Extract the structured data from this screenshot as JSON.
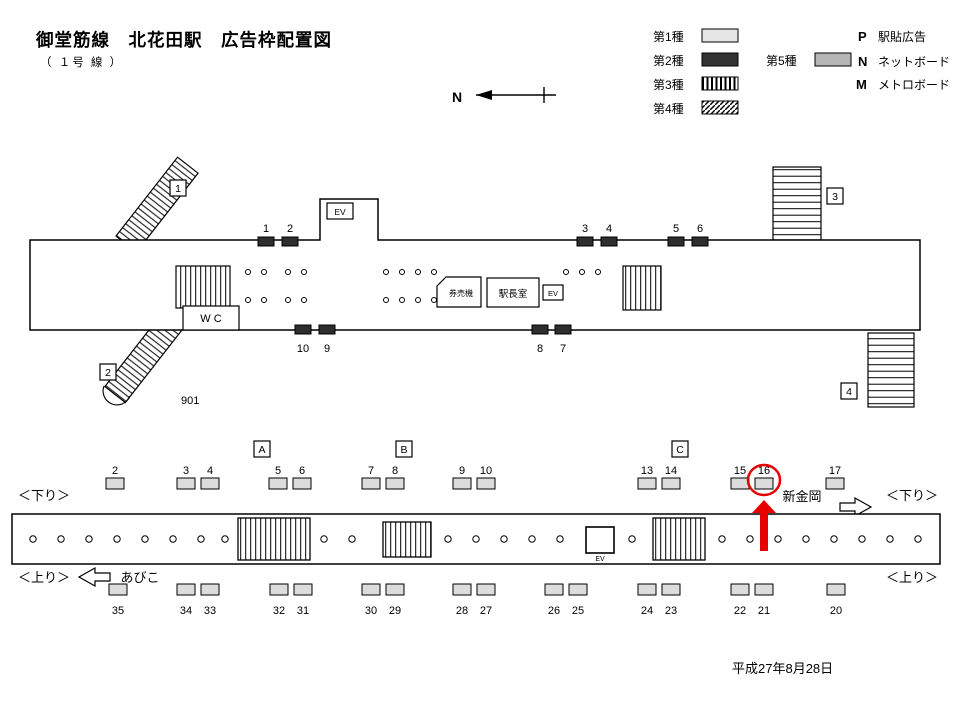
{
  "header": {
    "title": "御堂筋線　北花田駅　広告枠配置図",
    "subtitle": "（ １号 線 ）"
  },
  "legend": {
    "type1": "第1種",
    "type2": "第2種",
    "type3": "第3種",
    "type4": "第4種",
    "type5": "第5種",
    "p_key": "P",
    "p_label": "駅貼広告",
    "n_key": "N",
    "n_label": "ネットボード",
    "m_key": "M",
    "m_label": "メトロボード"
  },
  "compass": {
    "north": "N"
  },
  "concourse": {
    "exits": [
      "1",
      "2",
      "3",
      "4"
    ],
    "gate_number": "901",
    "ev_top": "EV",
    "ev_inner": "EV",
    "wc_label": "W C",
    "ticket_label": "券売機",
    "office_label": "駅長室",
    "top_ads": [
      "1",
      "2",
      "3",
      "4",
      "5",
      "6"
    ],
    "bottom_ads": [
      "10",
      "9",
      "8",
      "7"
    ]
  },
  "platform": {
    "sections": [
      "A",
      "B",
      "C"
    ],
    "down_label": "＜下り＞",
    "up_label": "＜上り＞",
    "next_right": "新金岡",
    "next_left": "あびこ",
    "ev_label": "EV",
    "down_positions": [
      "2",
      "3",
      "4",
      "5",
      "6",
      "7",
      "8",
      "9",
      "10",
      "13",
      "14",
      "15",
      "16",
      "17"
    ],
    "up_positions": [
      "35",
      "34",
      "33",
      "32",
      "31",
      "30",
      "29",
      "28",
      "27",
      "26",
      "25",
      "24",
      "23",
      "22",
      "21",
      "20"
    ],
    "highlighted": "16"
  },
  "footer": {
    "date": "平成27年8月28日"
  }
}
